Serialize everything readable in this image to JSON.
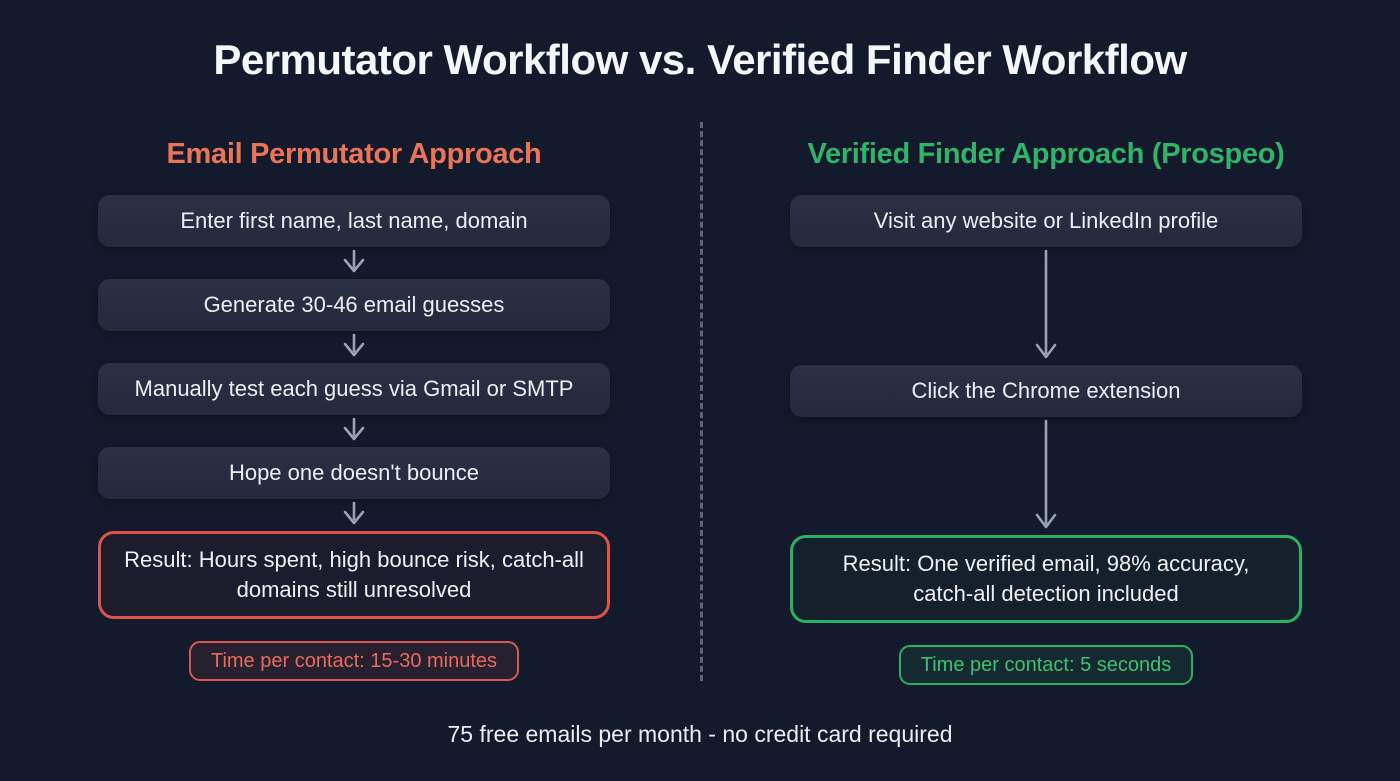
{
  "title": "Permutator Workflow vs. Verified Finder Workflow",
  "footer": "75 free emails per month - no credit card required",
  "colors": {
    "background": "#131a2b",
    "step_box_fill": "#262d41",
    "accent_red": "#dd544d",
    "accent_green": "#2bb163",
    "left_header_color": "#ea7458",
    "right_header_color": "#2fb56a",
    "arrow_color": "#9aa3b5"
  },
  "left_column": {
    "header": "Email Permutator Approach",
    "steps": [
      "Enter first name, last name, domain",
      "Generate 30-46 email guesses",
      "Manually test each guess via Gmail or SMTP",
      "Hope one doesn't bounce"
    ],
    "result": "Result: Hours spent, high bounce risk, catch-all domains still unresolved",
    "badge": "Time per contact: 15-30 minutes"
  },
  "right_column": {
    "header": "Verified Finder Approach (Prospeo)",
    "steps": [
      "Visit any website or LinkedIn profile",
      "Click the Chrome extension"
    ],
    "result": "Result: One verified email, 98% accuracy, catch-all detection included",
    "badge": "Time per contact: 5 seconds"
  }
}
